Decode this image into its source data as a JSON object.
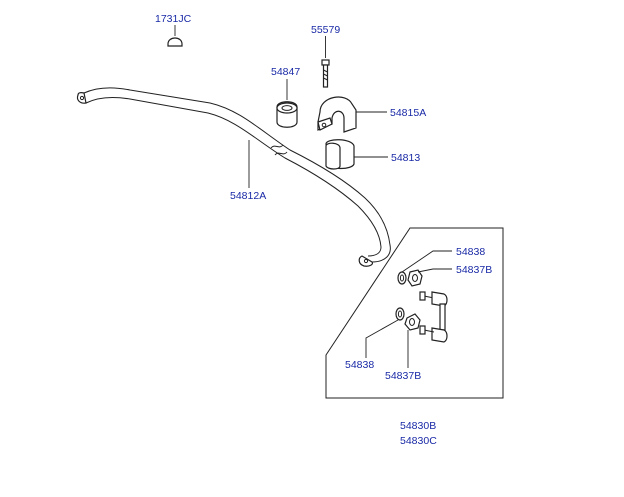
{
  "colors": {
    "label": "#1a2aa6",
    "line": "#222222",
    "background": "#ffffff"
  },
  "labels": {
    "cap": "1731JC",
    "bolt": "55579",
    "bushing_ring": "54847",
    "bracket": "54815A",
    "bushing": "54813",
    "stabilizer_bar": "54812A",
    "washer_upper": "54838",
    "nut_upper": "54837B",
    "washer_lower": "54838",
    "nut_lower": "54837B",
    "link_assembly_b": "54830B",
    "link_assembly_c": "54830C"
  }
}
